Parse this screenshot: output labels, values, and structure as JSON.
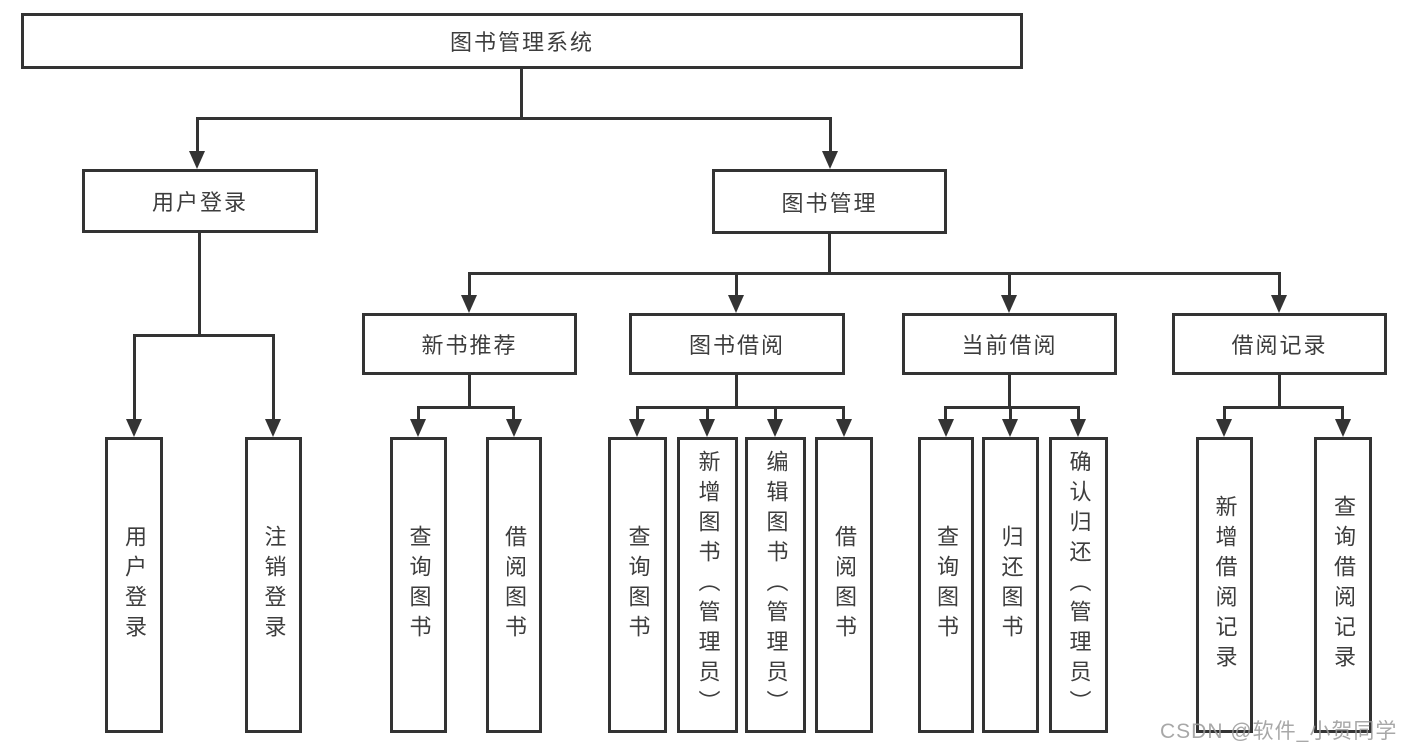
{
  "diagram": {
    "title": "图书管理系统",
    "level2": {
      "login": "用户登录",
      "management": "图书管理"
    },
    "level3": {
      "recommend": "新书推荐",
      "borrow": "图书借阅",
      "current": "当前借阅",
      "records": "借阅记录"
    },
    "leaves": {
      "login": [
        "用户登录",
        "注销登录"
      ],
      "recommend": [
        "查询图书",
        "借阅图书"
      ],
      "borrow": [
        "查询图书",
        "新增图书（管理员）",
        "编辑图书（管理员）",
        "借阅图书"
      ],
      "current": [
        "查询图书",
        "归还图书",
        "确认归还（管理员）"
      ],
      "records": [
        "新增借阅记录",
        "查询借阅记录"
      ]
    }
  },
  "watermark": "CSDN @软件_小贺同学",
  "colors": {
    "line": "#333333",
    "text": "#3d3d3d",
    "background": "#ffffff",
    "watermark": "#999999"
  }
}
